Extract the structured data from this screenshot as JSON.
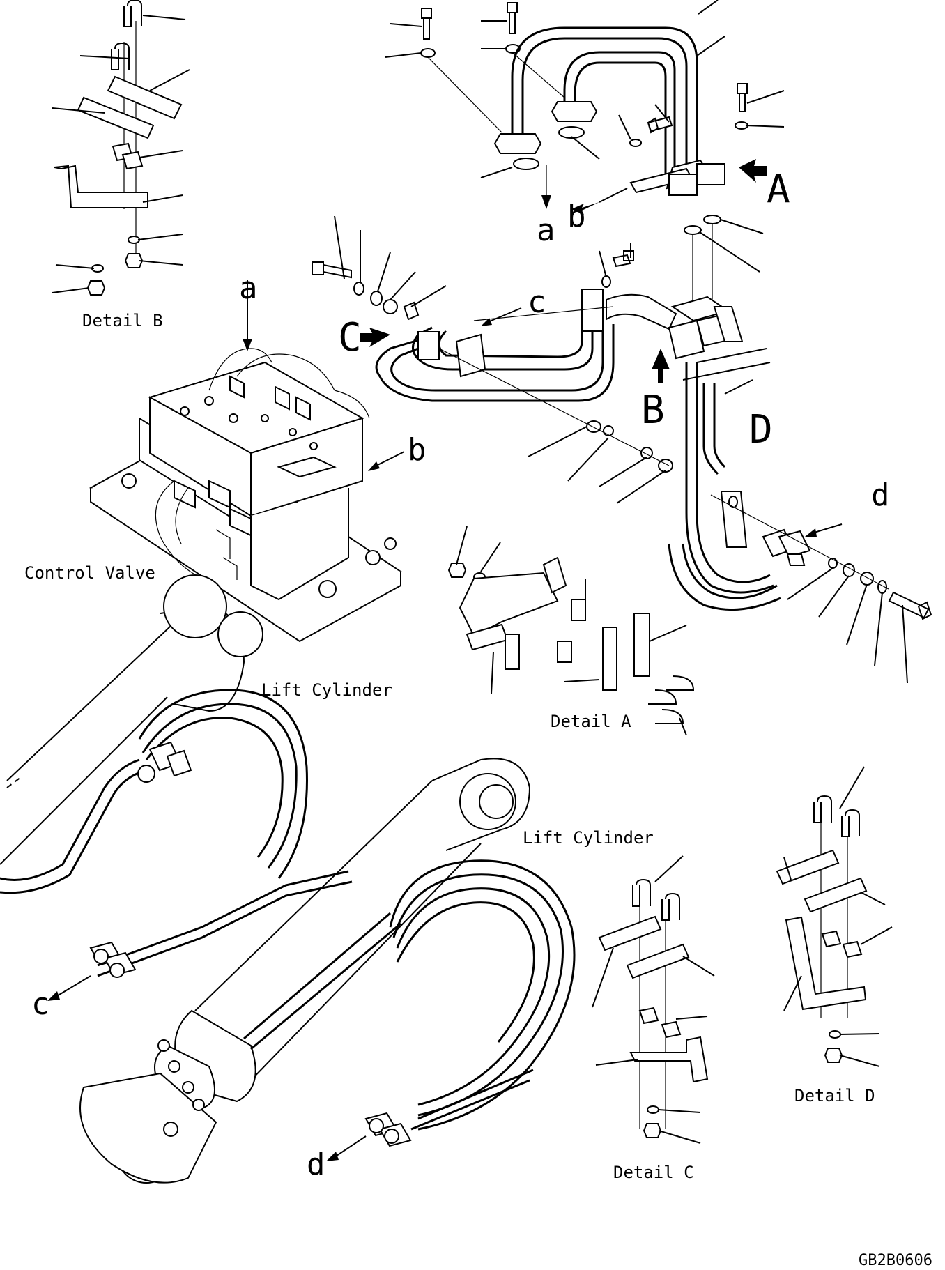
{
  "labels": {
    "detail_b": "Detail B",
    "detail_a": "Detail A",
    "detail_c": "Detail C",
    "detail_d": "Detail D",
    "control_valve": "Control Valve",
    "lift_cylinder_1": "Lift Cylinder",
    "lift_cylinder_2": "Lift Cylinder",
    "drawing_code": "GB2B0606"
  },
  "view_arrows": {
    "A": "A",
    "B": "B",
    "C": "C",
    "D": "D"
  },
  "reference_letters": {
    "a_top": "a",
    "b_top": "b",
    "a_valve": "a",
    "b_valve": "b",
    "c_top": "c",
    "d_right": "d",
    "c_bottom": "c",
    "d_bottom": "d"
  }
}
